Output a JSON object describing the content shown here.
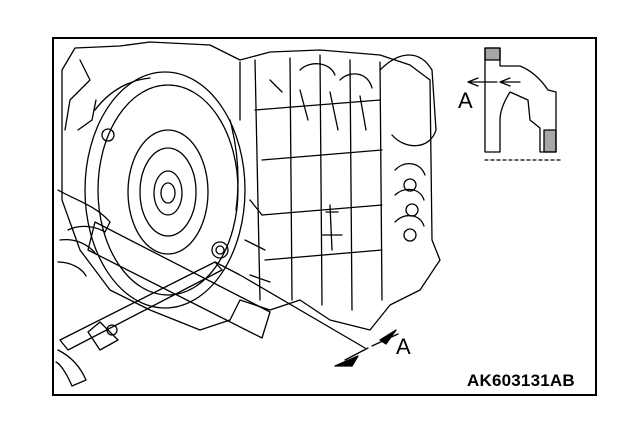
{
  "labels": {
    "inset_marker": "A",
    "main_marker": "A",
    "figure_code": "AK603131AB"
  },
  "colors": {
    "ink": "#000000",
    "paper": "#ffffff"
  },
  "icons": [
    "torque-converter",
    "caliper-tool",
    "straight-edge",
    "section-view"
  ]
}
